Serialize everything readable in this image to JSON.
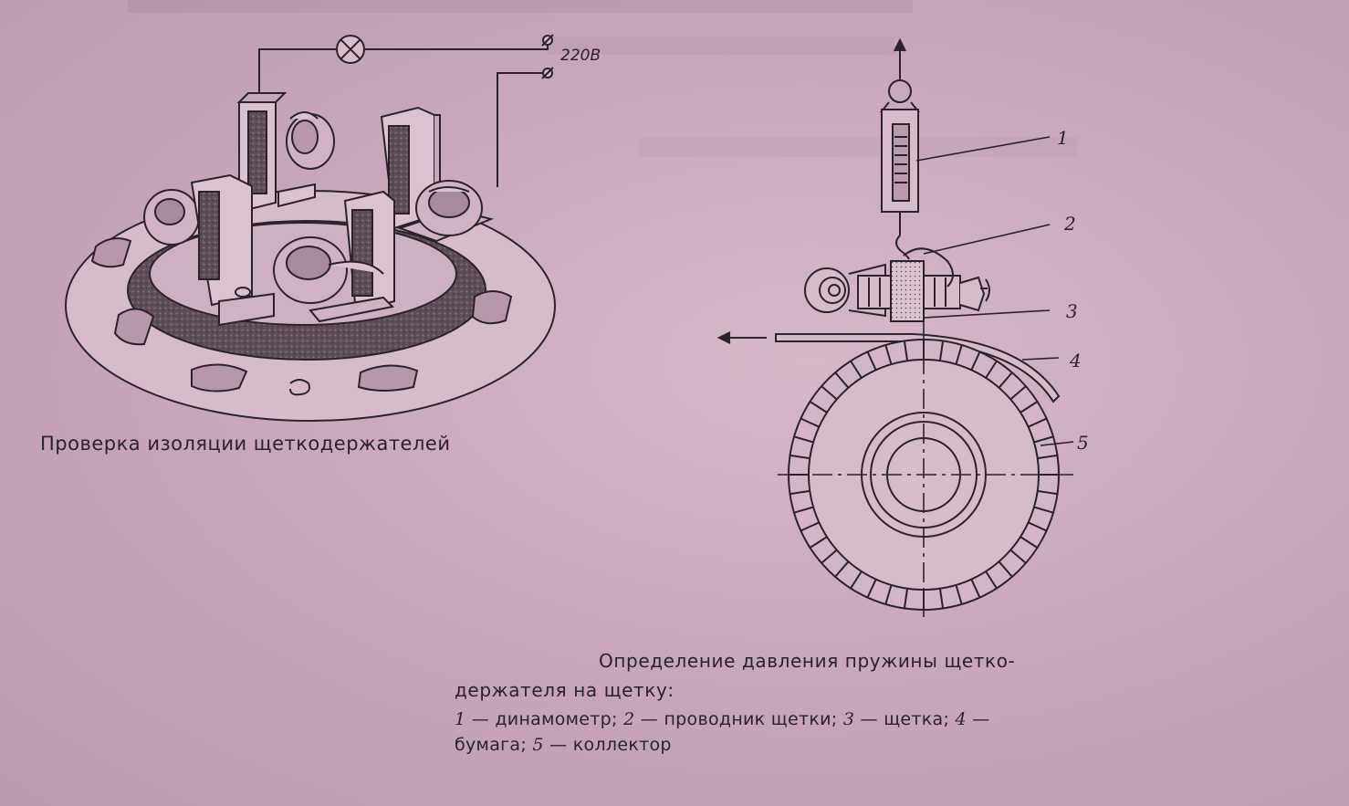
{
  "left_figure": {
    "caption": "Проверка изоляции щеткодержателей",
    "voltage_label": "220В"
  },
  "right_figure": {
    "labels": [
      "1",
      "2",
      "3",
      "4",
      "5"
    ],
    "caption_line1": "Определение давления пружины щетко-",
    "caption_line2": "держателя на щетку:",
    "legend": [
      {
        "num": "1",
        "text": " — динамометр; "
      },
      {
        "num": "2",
        "text": " — проводник щетки; "
      },
      {
        "num": "3",
        "text": " — щетка; "
      },
      {
        "num": "4",
        "text": " —"
      },
      {
        "num": "",
        "text": "бумага; "
      },
      {
        "num": "5",
        "text": " — коллектор"
      }
    ]
  }
}
